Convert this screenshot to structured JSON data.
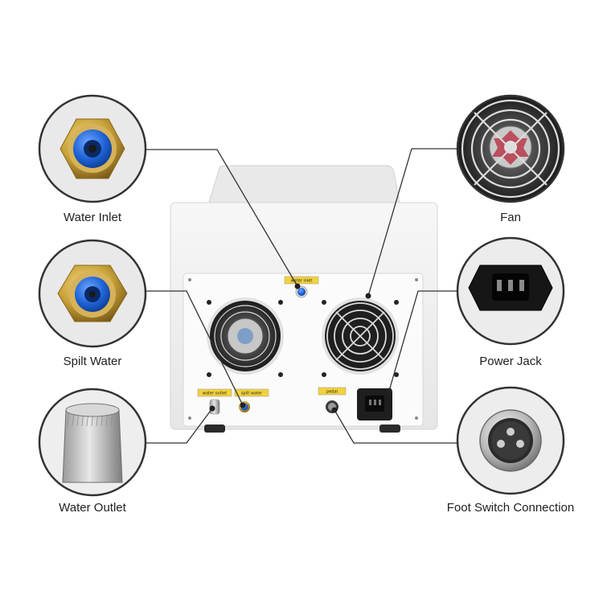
{
  "callouts": {
    "water_inlet": "Water Inlet",
    "spilt_water": "Spilt Water",
    "water_outlet": "Water Outlet",
    "fan": "Fan",
    "power_jack": "Power Jack",
    "foot_switch": "Foot Switch Connection"
  },
  "panel_tags": {
    "water_inlet": "water inlet",
    "water_outlet": "water outlet",
    "spilt_water": "spilt water",
    "pedal": "pedal"
  },
  "colors": {
    "device_body": "#f4f4f4",
    "connector_blue": "#1e63d6",
    "brass": "#c9a23a",
    "tag_yellow": "#f2d23c",
    "leader_line": "#333333"
  }
}
